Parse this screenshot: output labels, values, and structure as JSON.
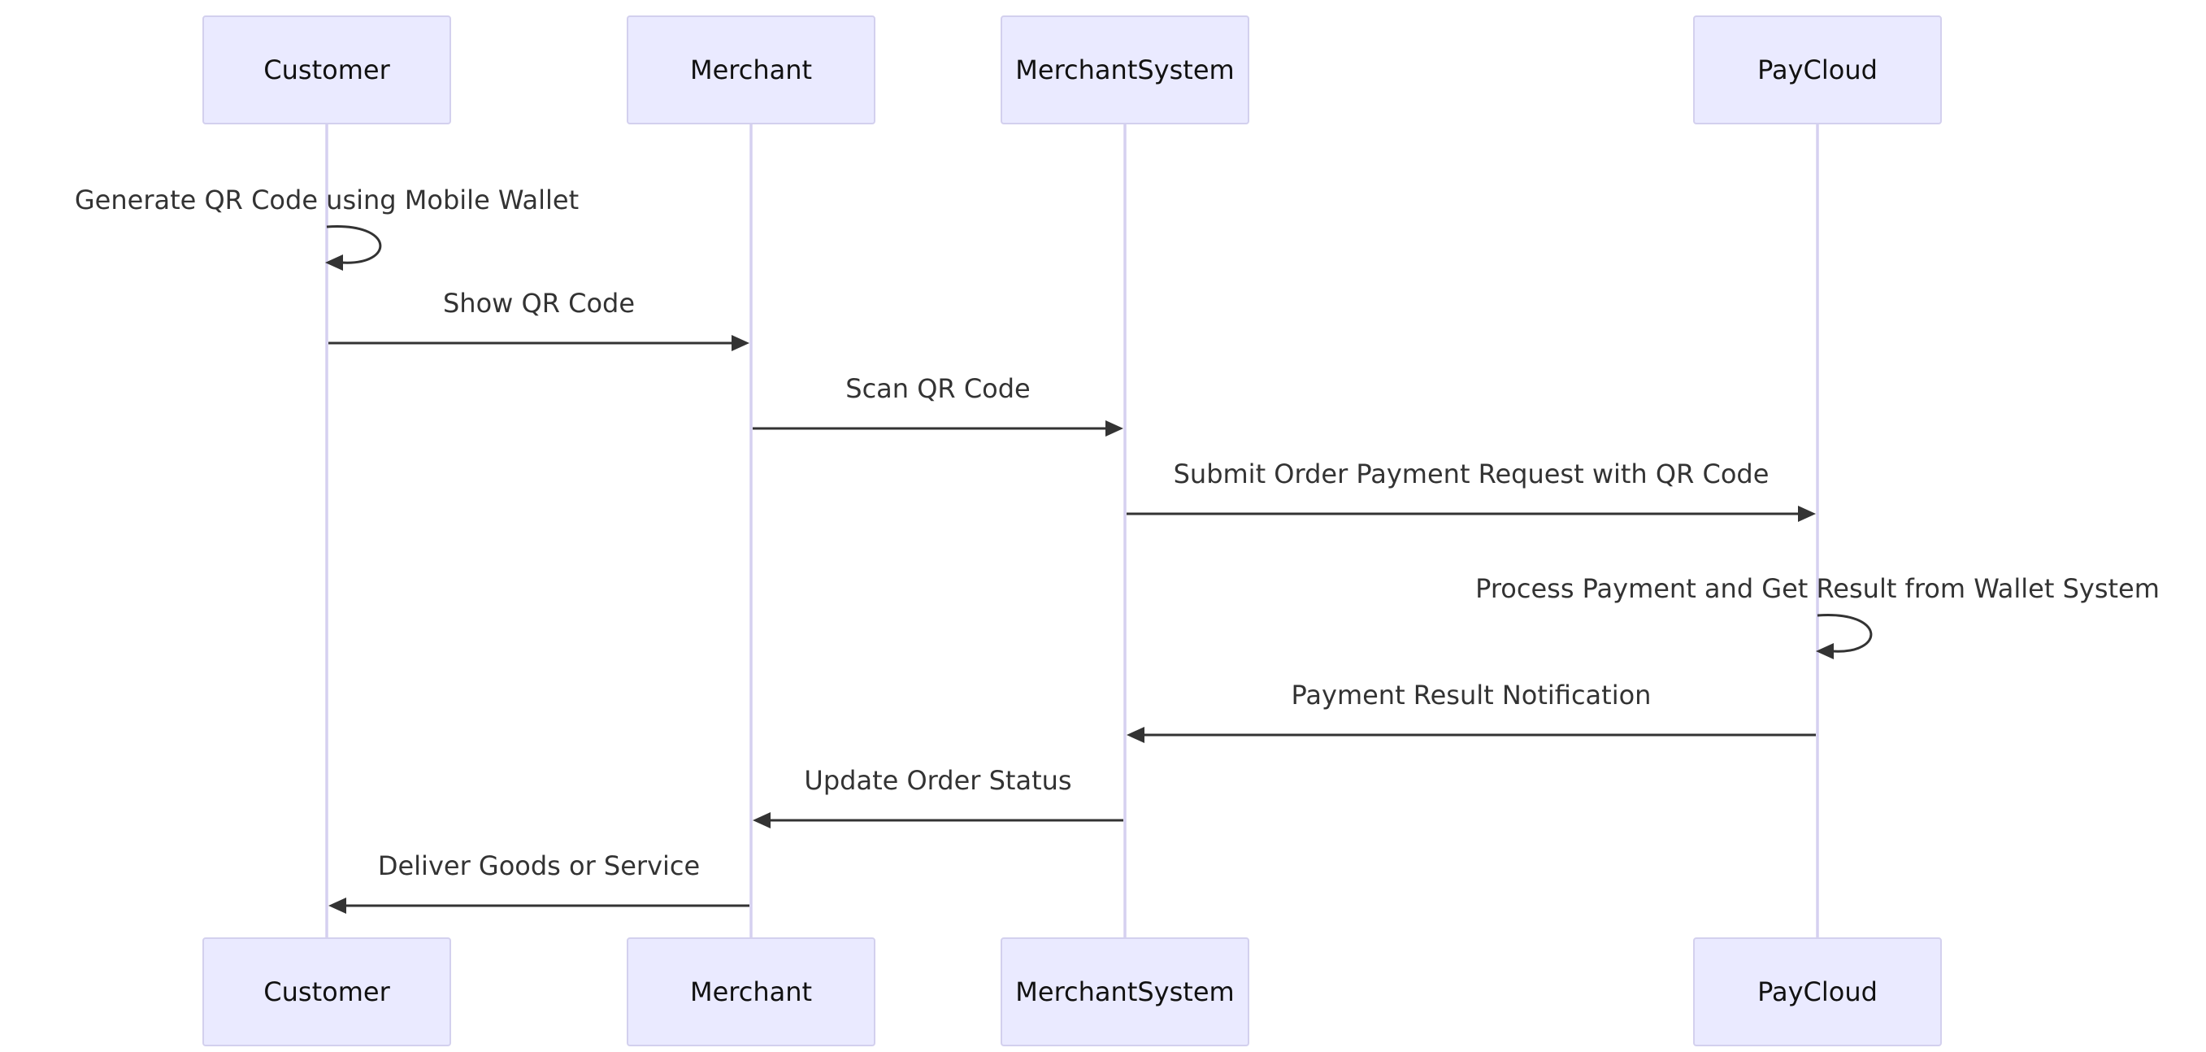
{
  "participants": [
    {
      "id": "customer",
      "label": "Customer"
    },
    {
      "id": "merchant",
      "label": "Merchant"
    },
    {
      "id": "merchant_system",
      "label": "MerchantSystem"
    },
    {
      "id": "paycloud",
      "label": "PayCloud"
    }
  ],
  "messages": [
    {
      "from": "customer",
      "to": "customer",
      "label": "Generate QR Code using Mobile Wallet"
    },
    {
      "from": "customer",
      "to": "merchant",
      "label": "Show QR Code"
    },
    {
      "from": "merchant",
      "to": "merchant_system",
      "label": "Scan QR Code"
    },
    {
      "from": "merchant_system",
      "to": "paycloud",
      "label": "Submit Order Payment Request with QR Code"
    },
    {
      "from": "paycloud",
      "to": "paycloud",
      "label": "Process Payment and Get Result from Wallet System"
    },
    {
      "from": "paycloud",
      "to": "merchant_system",
      "label": "Payment Result Notification"
    },
    {
      "from": "merchant_system",
      "to": "merchant",
      "label": "Update Order Status"
    },
    {
      "from": "merchant",
      "to": "customer",
      "label": "Deliver Goods or Service"
    }
  ],
  "colors": {
    "actor_fill": "#eaeaff",
    "actor_border": "#d3d0ee",
    "lifeline": "#d5d0f0",
    "message": "#333333"
  }
}
